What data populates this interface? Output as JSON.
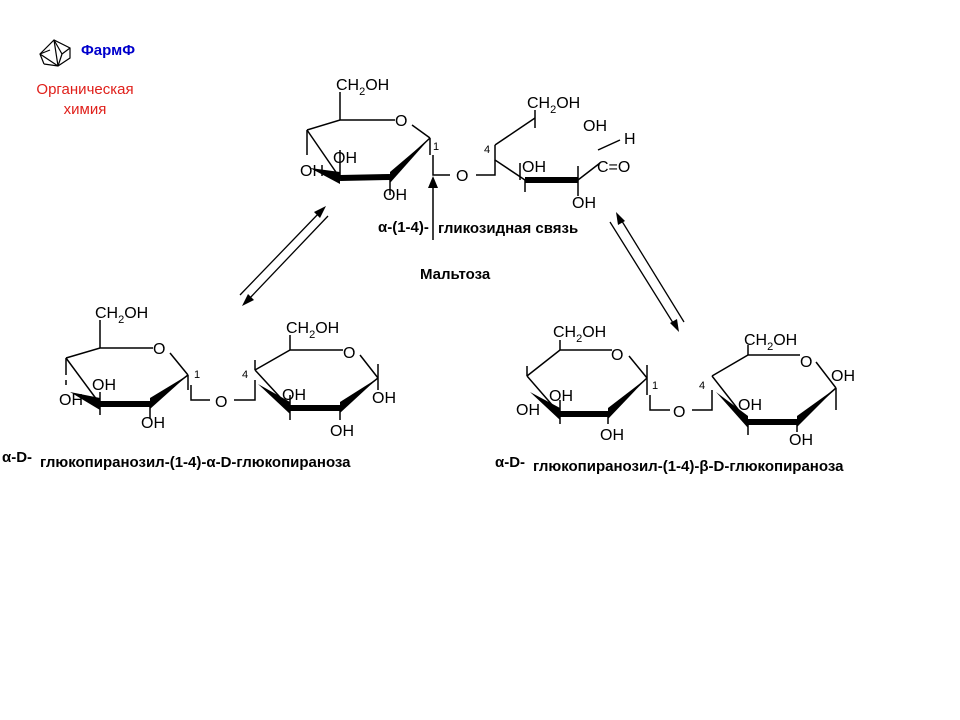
{
  "logo": {
    "brand": "ФармФ",
    "subject_line1": "Органическая",
    "subject_line2": "химия",
    "brand_color": "#0000cc",
    "subject_color": "#e0201b"
  },
  "labels": {
    "ch2oh_ch": "CH",
    "ch2oh_sub": "2",
    "ch2oh_oh": "OH",
    "ring_o": "O",
    "oh": "OH",
    "bridge_o": "O",
    "h": "H",
    "co": "C=O",
    "pos1": "1",
    "pos4": "4"
  },
  "top": {
    "name": "Мальтоза",
    "bond_prefix": "α-(1-4)-",
    "bond_text": "гликозидная связь"
  },
  "left": {
    "name_prefix": "α-D-",
    "name_main": "глюкопиранозил-(1-4)-α-D-глюкопираноза"
  },
  "right": {
    "name_prefix": "α-D-",
    "name_main": "глюкопиранозил-(1-4)-β-D-глюкопираноза"
  }
}
